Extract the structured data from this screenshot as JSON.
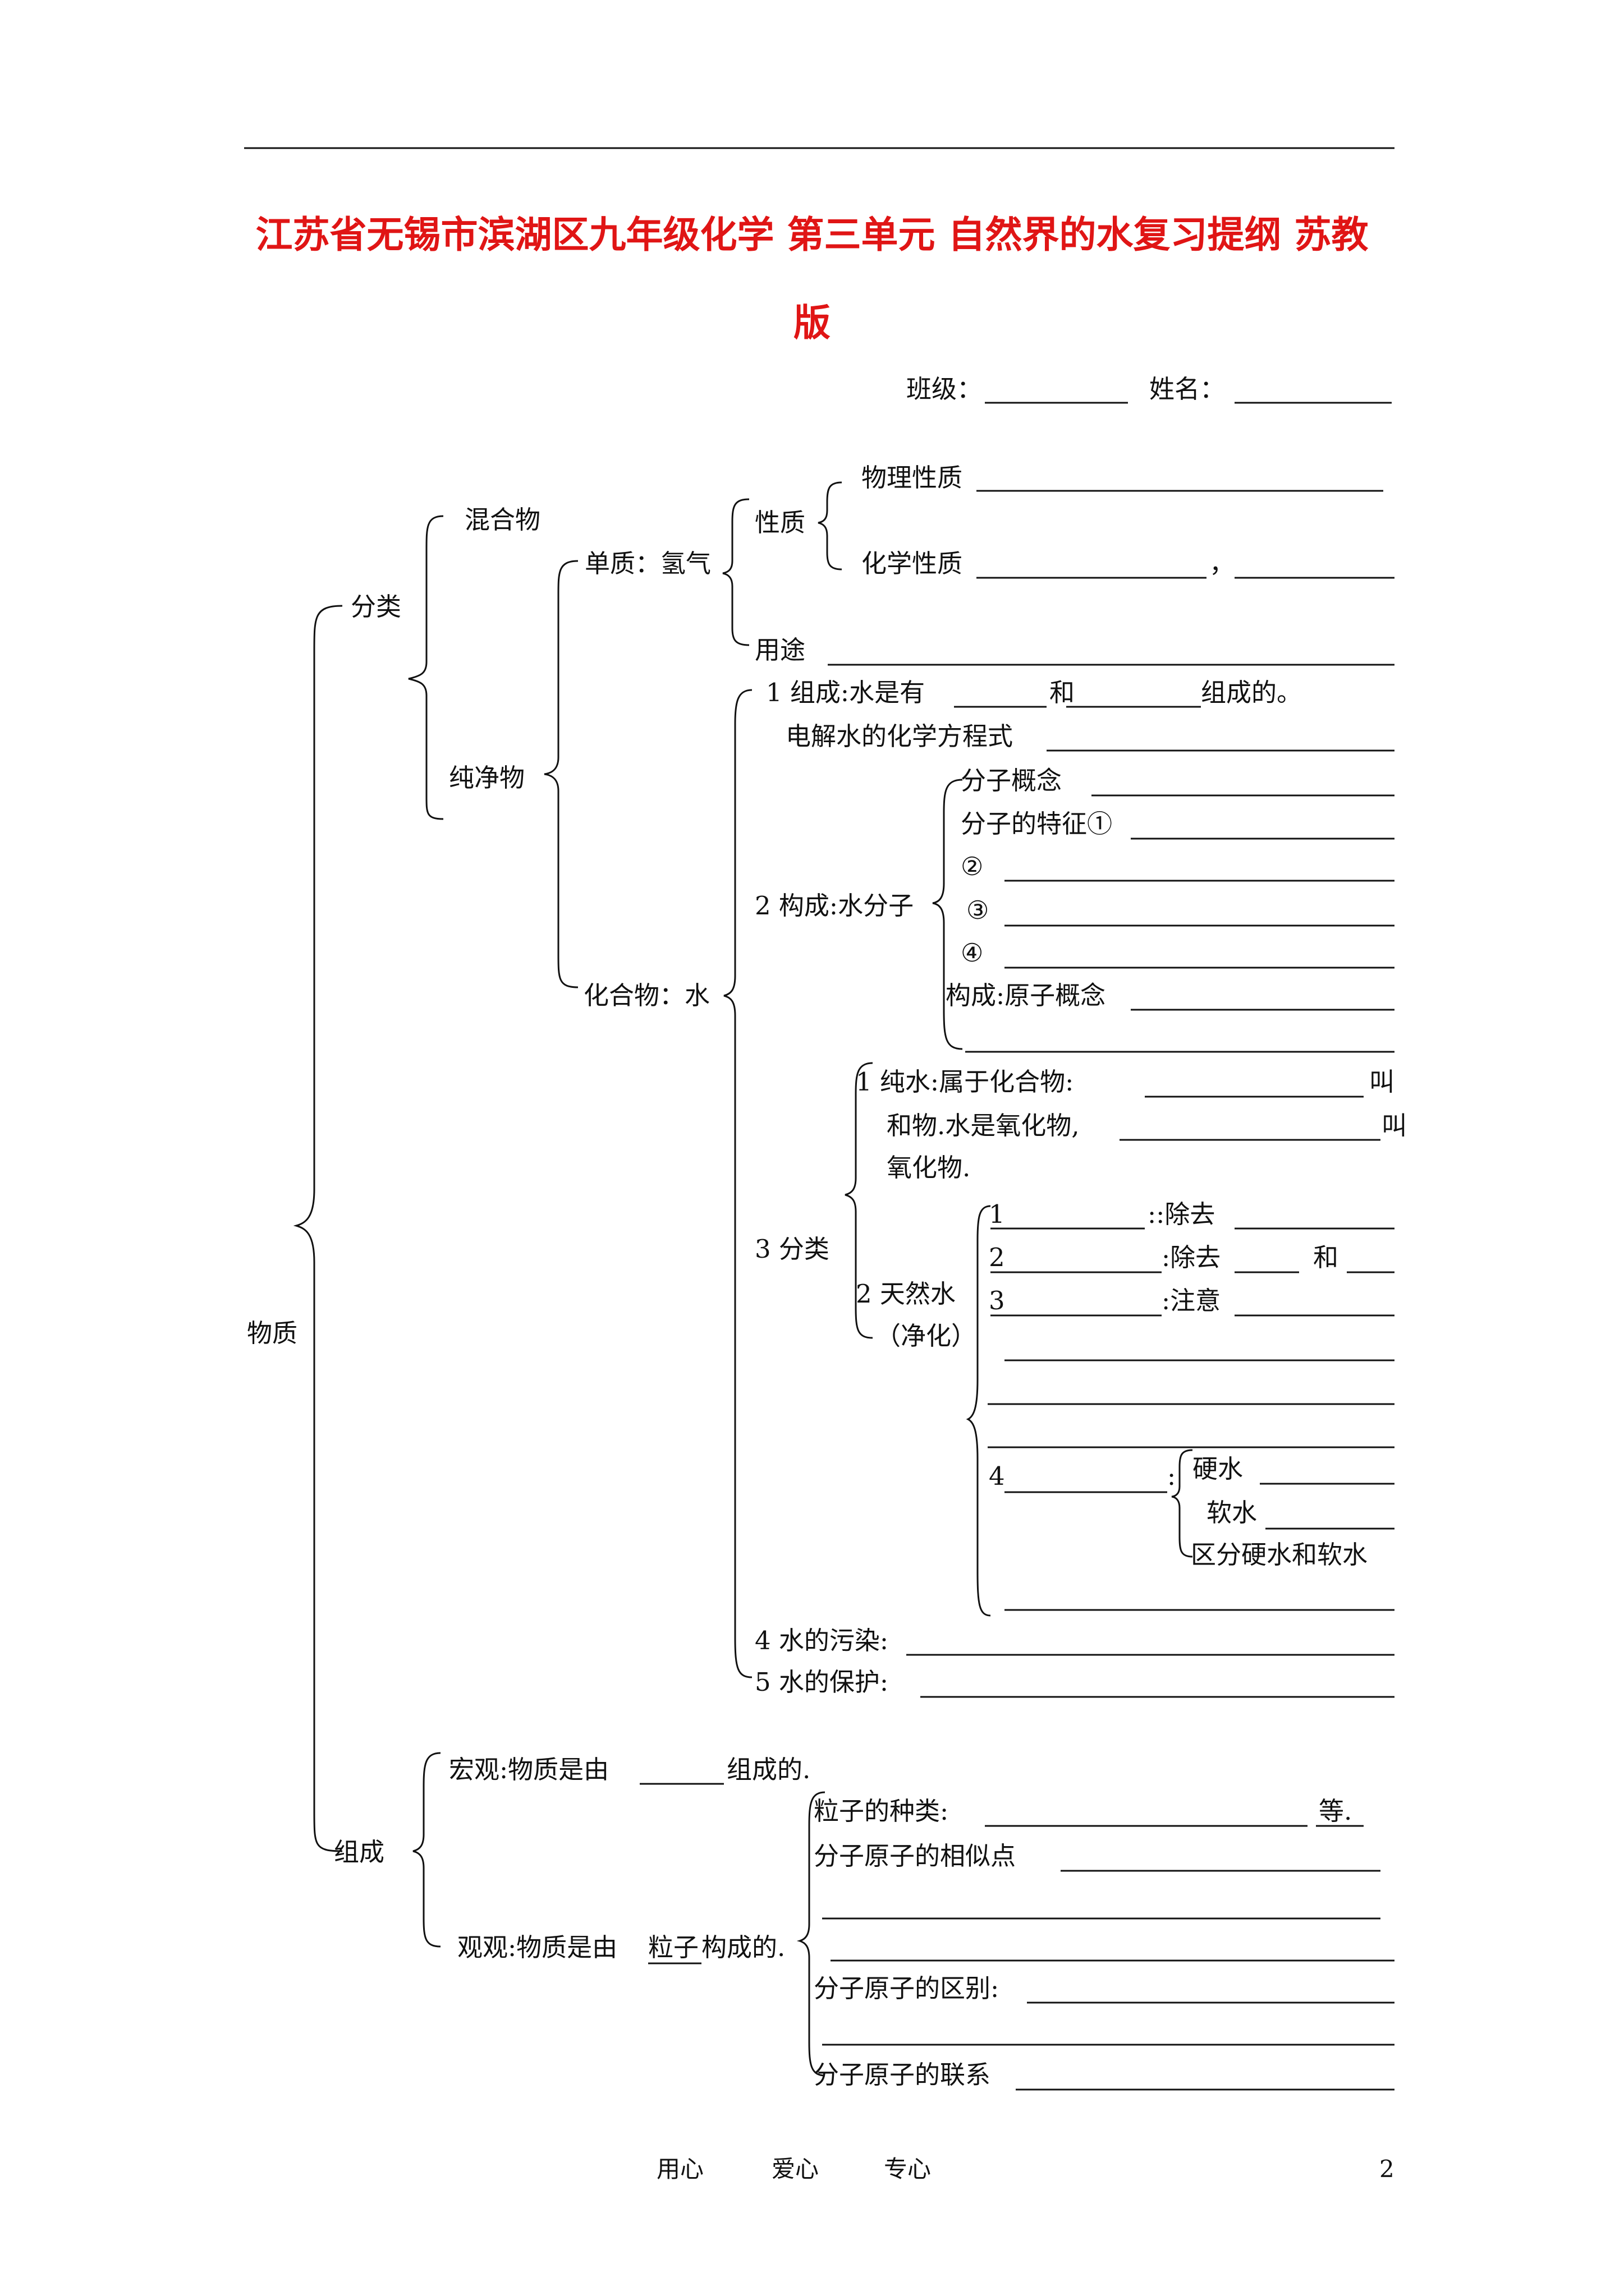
{
  "page": {
    "title_line1": "江苏省无锡市滨湖区九年级化学 第三单元 自然界的水复习提纲 苏教",
    "title_line2": "版",
    "class_label": "班级：",
    "name_label": "姓名："
  },
  "outline": {
    "root": "物质",
    "classify": "分类",
    "mixture": "混合物",
    "pure": "纯净物",
    "element_hydrogen": "单质：氢气",
    "properties": "性质",
    "physical_props": "物理性质",
    "chemical_props": "化学性质",
    "comma": "，",
    "uses": "用途",
    "compound_water": "化合物：水",
    "comp_1a": "1 组成:水是有",
    "comp_1b": "和",
    "comp_1c": "组成的。",
    "electrolysis": "电解水的化学方程式",
    "structure_2": "2 构成:水分子",
    "molecule_concept": "分子概念",
    "molecule_features": "分子的特征①",
    "feature_2": "②",
    "feature_3": "③",
    "feature_4": "④",
    "atom_concept": "构成:原子概念",
    "classify_3": "3 分类",
    "pure_water_a": "1 纯水:属于化合物:",
    "pure_water_b": "叫",
    "pure_water_c": "和物.水是氧化物,",
    "pure_water_d": "叫",
    "pure_water_e": "氧化物.",
    "natural_water": "2 天然水",
    "purify": "（净化）",
    "step1_num": "1",
    "step1_sep": "::除去",
    "step2_num": "2",
    "step2_sep": ":除去",
    "step2_and": "和",
    "step3_num": "3",
    "step3_sep": ":注意",
    "step4_num": "4",
    "step4_sep": ":",
    "hard_water": "硬水",
    "soft_water": "软水",
    "distinguish": "区分硬水和软水",
    "pollution": "4 水的污染:",
    "protection": "5 水的保护:",
    "composition": "组成",
    "macro_a": "宏观:物质是由",
    "macro_b": "组成的.",
    "micro_a": "观观:物质是由",
    "micro_particle": "粒子",
    "micro_b": "构成的.",
    "particle_types": "粒子的种类:",
    "particle_etc": "等.",
    "similarities": "分子原子的相似点",
    "differences": "分子原子的区别:",
    "relations": "分子原子的联系"
  },
  "footer": {
    "motto_1": "用心",
    "motto_2": "爱心",
    "motto_3": "专心",
    "page_number": "2"
  }
}
